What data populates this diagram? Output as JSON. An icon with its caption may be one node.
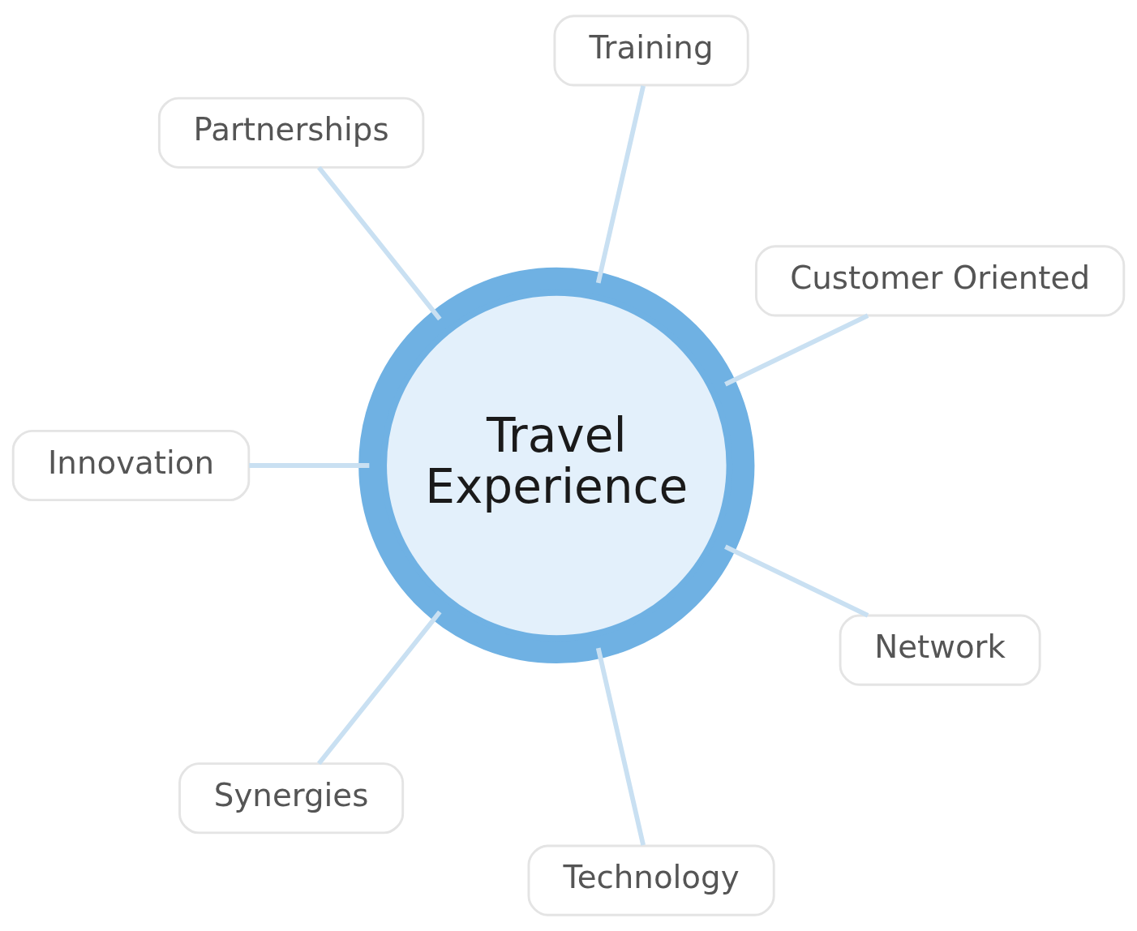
{
  "diagram": {
    "nodes": [
      {
        "text": [
          "Travel Experience"
        ]
      },
      {
        "text": [
          "Customer Oriented"
        ]
      },
      {
        "text": [
          "Training"
        ]
      },
      {
        "text": [
          "Partnerships"
        ]
      },
      {
        "text": [
          "Innovation"
        ]
      },
      {
        "text": [
          "Synergies"
        ]
      },
      {
        "text": [
          "Technology"
        ]
      },
      {
        "text": [
          "Network"
        ]
      }
    ],
    "edges": [
      {
        "from": 0,
        "to": 1,
        "arrow": "none"
      },
      {
        "from": 0,
        "to": 3,
        "arrow": "none"
      },
      {
        "from": 0,
        "to": 5,
        "arrow": "none"
      },
      {
        "from": 0,
        "to": 7,
        "arrow": "none"
      },
      {
        "from": 0,
        "to": 6,
        "arrow": "none"
      },
      {
        "from": 0,
        "to": 4,
        "arrow": "none"
      },
      {
        "from": 0,
        "to": 2,
        "arrow": "none"
      }
    ]
  }
}
